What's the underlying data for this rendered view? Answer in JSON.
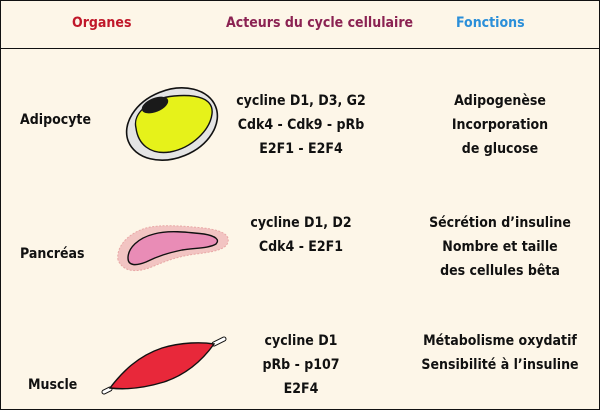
{
  "headers": {
    "organes": "Organes",
    "acteurs": "Acteurs du cycle cellulaire",
    "fonctions": "Fonctions"
  },
  "colors": {
    "organes": "#c0182a",
    "acteurs": "#8b2252",
    "fonctions": "#2b8fd9",
    "background": "#fdf6e8",
    "adipocyte_fill": "#e6f21a",
    "pancreas_outer": "#f2c4c2",
    "pancreas_inner": "#e98cb6",
    "muscle_fill": "#e8283a"
  },
  "rows": [
    {
      "organ": "Adipocyte",
      "icon": "adipocyte-cell-icon",
      "acteurs": [
        "cycline D1, D3, G2",
        "Cdk4 - Cdk9 - pRb",
        "E2F1 - E2F4"
      ],
      "fonctions": [
        "Adipogenèse",
        "Incorporation",
        "de glucose"
      ]
    },
    {
      "organ": "Pancréas",
      "icon": "pancreas-icon",
      "acteurs": [
        "cycline D1, D2",
        "Cdk4 - E2F1"
      ],
      "fonctions": [
        "Sécrétion d’insuline",
        "Nombre et taille",
        "des cellules bêta"
      ]
    },
    {
      "organ": "Muscle",
      "icon": "muscle-icon",
      "acteurs": [
        "cycline D1",
        "pRb - p107",
        "E2F4"
      ],
      "fonctions": [
        "Métabolisme oxydatif",
        "Sensibilité à l’insuline"
      ]
    }
  ]
}
